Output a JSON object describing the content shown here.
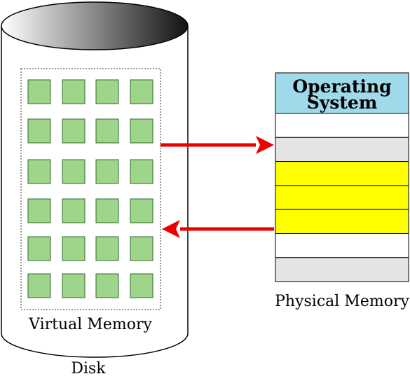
{
  "disk": {
    "label": "Disk",
    "top_gradient_from": "#ffffff",
    "top_gradient_to": "#111111"
  },
  "virtual_memory": {
    "label": "Virtual Memory",
    "rows": 6,
    "columns": 4,
    "page_fill": "#9fd58a",
    "page_stroke": "#2f6a2f"
  },
  "physical_memory": {
    "label": "Physical Memory",
    "os_label_line1": "Operating",
    "os_label_line2": "System",
    "os_fill": "#9fd9ea",
    "frames": [
      {
        "fill": "#ffffff"
      },
      {
        "fill": "#e4e4e4"
      },
      {
        "fill": "#ffff00"
      },
      {
        "fill": "#ffff00"
      },
      {
        "fill": "#ffff00"
      },
      {
        "fill": "#ffffff"
      },
      {
        "fill": "#e4e4e4"
      }
    ]
  },
  "arrows": {
    "color": "#ee0000",
    "items": [
      {
        "direction": "to-physical-memory"
      },
      {
        "direction": "to-virtual-memory"
      }
    ]
  }
}
